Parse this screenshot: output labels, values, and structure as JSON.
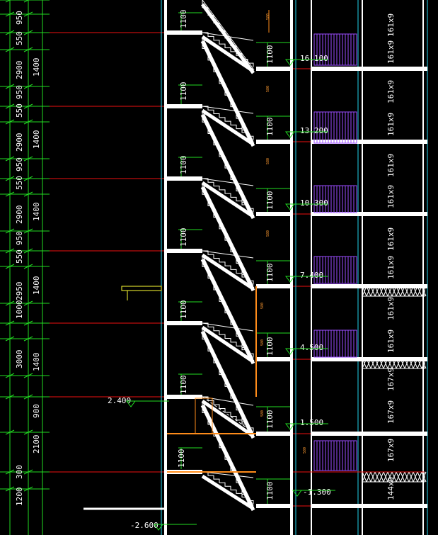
{
  "colors": {
    "background": "#000000",
    "dimension_line": "#22dd22",
    "floor_line": "#ee1111",
    "structure": "#ffffff",
    "stair": "#ffffff",
    "railing": "#9b4dff",
    "glass": "#22d3ee",
    "accent": "#ff8c1a",
    "yellow": "#ffff33"
  },
  "left_dims_outer": [
    "950",
    "550",
    "2900",
    "950",
    "550",
    "2900",
    "950",
    "550",
    "2900",
    "950",
    "550",
    "2950",
    "1000",
    "3000",
    "1200",
    "300"
  ],
  "left_dims_inner": [
    "1400",
    "1400",
    "1400",
    "1400",
    "1400",
    "900",
    "2100"
  ],
  "stair_dims": [
    "1100",
    "1100",
    "1100",
    "1100",
    "1100",
    "1100",
    "1100",
    "1100",
    "1100",
    "1100",
    "1100",
    "1100",
    "1100",
    "1100"
  ],
  "right_dims": [
    "161x9",
    "161x9",
    "161x9",
    "161x9",
    "161x9",
    "161x9",
    "161x9",
    "161x9",
    "161x9",
    "161x9",
    "167x9",
    "167x9",
    "167x9",
    "144x9"
  ],
  "elevations": [
    "16.100",
    "13.200",
    "10.300",
    "7.400",
    "4.500",
    "1.500",
    "-1.300",
    "2.400",
    "-2.600"
  ],
  "tiny_labels": [
    "580",
    "580",
    "580",
    "580",
    "580",
    "580",
    "580",
    "580"
  ]
}
